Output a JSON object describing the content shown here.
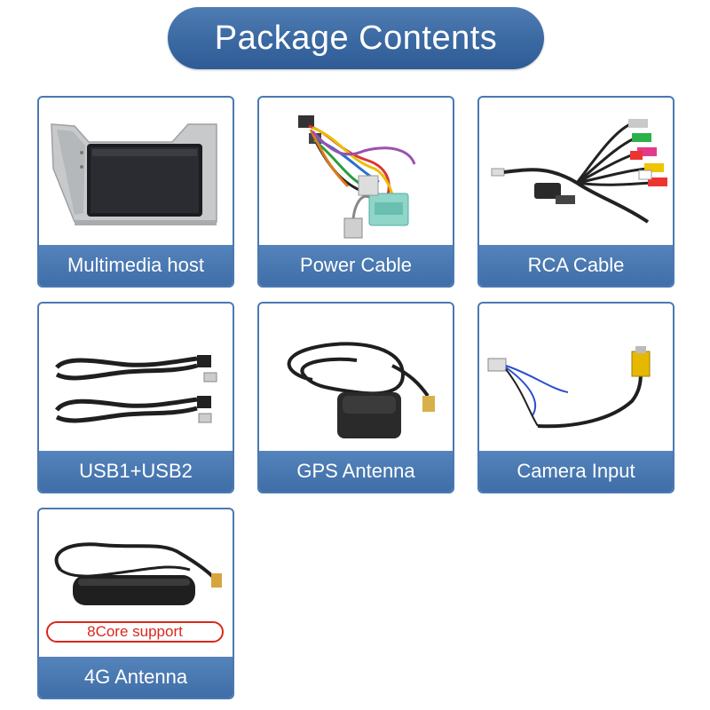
{
  "header": {
    "title": "Package Contents"
  },
  "items": [
    {
      "label": "Multimedia host"
    },
    {
      "label": "Power Cable"
    },
    {
      "label": "RCA Cable"
    },
    {
      "label": "USB1+USB2"
    },
    {
      "label": "GPS Antenna"
    },
    {
      "label": "Camera Input"
    },
    {
      "label": "4G Antenna",
      "badge": "8Core support"
    }
  ],
  "colors": {
    "accent": "#3c6aa3",
    "badge": "#d9281f",
    "border": "#4a79b3"
  }
}
